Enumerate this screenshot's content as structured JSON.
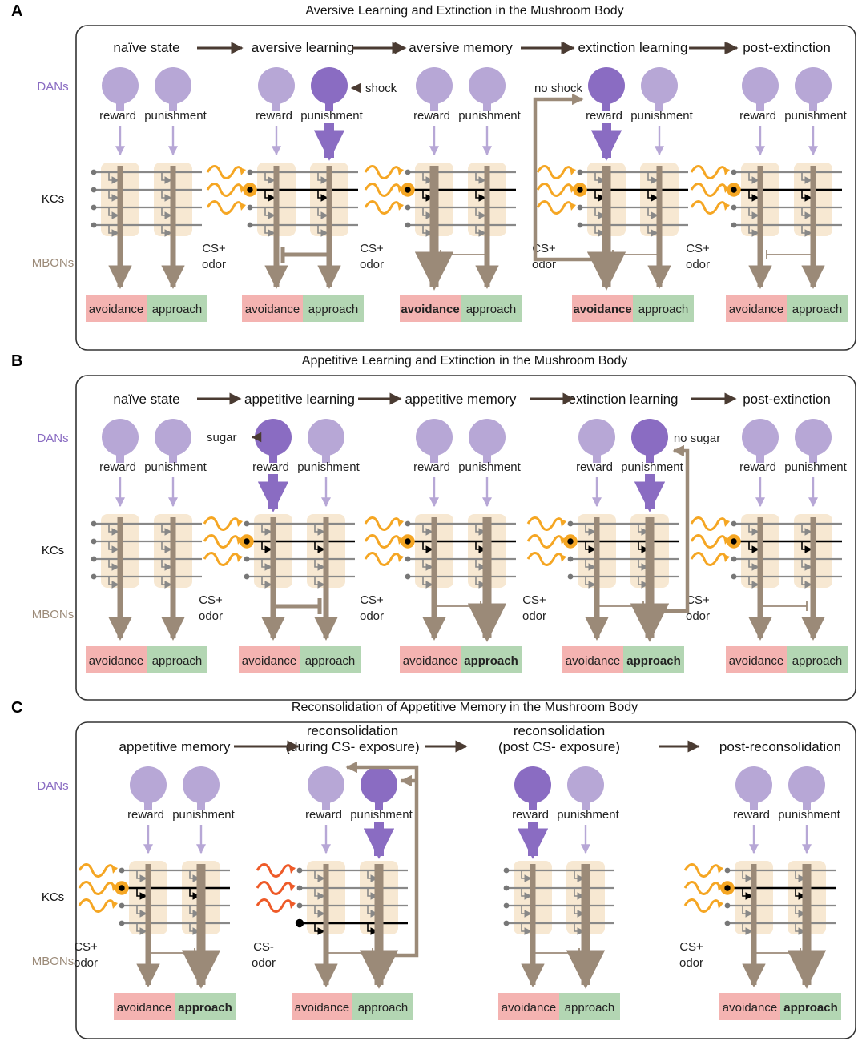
{
  "colors": {
    "dan_light": "#b7a7d6",
    "dan_dark": "#8a6cc2",
    "mbon": "#9b8a78",
    "kc_box": "#f7e8d2",
    "odor_cs_plus": "#f5a623",
    "odor_cs_minus": "#ee5a28",
    "avoidance_bg": "#f4b3b1",
    "approach_bg": "#b3d6b3",
    "stage_arrow": "#4a3b32"
  },
  "side_labels": {
    "dans": "DANs",
    "kcs": "KCs",
    "mbons": "MBONs"
  },
  "dan_labels": {
    "reward": "reward",
    "punishment": "punishment"
  },
  "output_labels": {
    "avoidance": "avoidance",
    "approach": "approach"
  },
  "panels": [
    {
      "letter": "A",
      "title": "Aversive Learning and Extinction in the Mushroom Body",
      "stages": [
        {
          "label": "naïve state",
          "odor": ""
        },
        {
          "label": "aversive learning",
          "odor": "CS+ odor",
          "stimulus": "shock"
        },
        {
          "label": "aversive memory",
          "odor": "CS+ odor"
        },
        {
          "label": "extinction learning",
          "odor": "CS+ odor",
          "stimulus": "no shock"
        },
        {
          "label": "post-extinction",
          "odor": "CS+ odor"
        }
      ],
      "emphasized_output": {
        "2": "avoidance",
        "3": "avoidance"
      }
    },
    {
      "letter": "B",
      "title": "Appetitive Learning and Extinction in the Mushroom Body",
      "stages": [
        {
          "label": "naïve state",
          "odor": ""
        },
        {
          "label": "appetitive learning",
          "odor": "CS+ odor",
          "stimulus": "sugar"
        },
        {
          "label": "appetitive memory",
          "odor": "CS+ odor"
        },
        {
          "label": "extinction learning",
          "odor": "CS+ odor",
          "stimulus": "no sugar"
        },
        {
          "label": "post-extinction",
          "odor": "CS+ odor"
        }
      ],
      "emphasized_output": {
        "2": "approach",
        "3": "approach"
      }
    },
    {
      "letter": "C",
      "title": "Reconsolidation of Appetitive Memory in the Mushroom Body",
      "stages": [
        {
          "label": "appetitive memory",
          "odor": "CS+ odor"
        },
        {
          "label": "reconsolidation (during CS- exposure)",
          "label_lines": [
            "reconsolidation",
            "(during CS- exposure)"
          ],
          "odor": "CS- odor"
        },
        {
          "label": "reconsolidation (post CS- exposure)",
          "label_lines": [
            "reconsolidation",
            "(post CS- exposure)"
          ],
          "odor": ""
        },
        {
          "label": "post-reconsolidation",
          "odor": "CS+ odor"
        }
      ],
      "emphasized_output": {
        "0": "approach",
        "3": "approach"
      }
    }
  ]
}
